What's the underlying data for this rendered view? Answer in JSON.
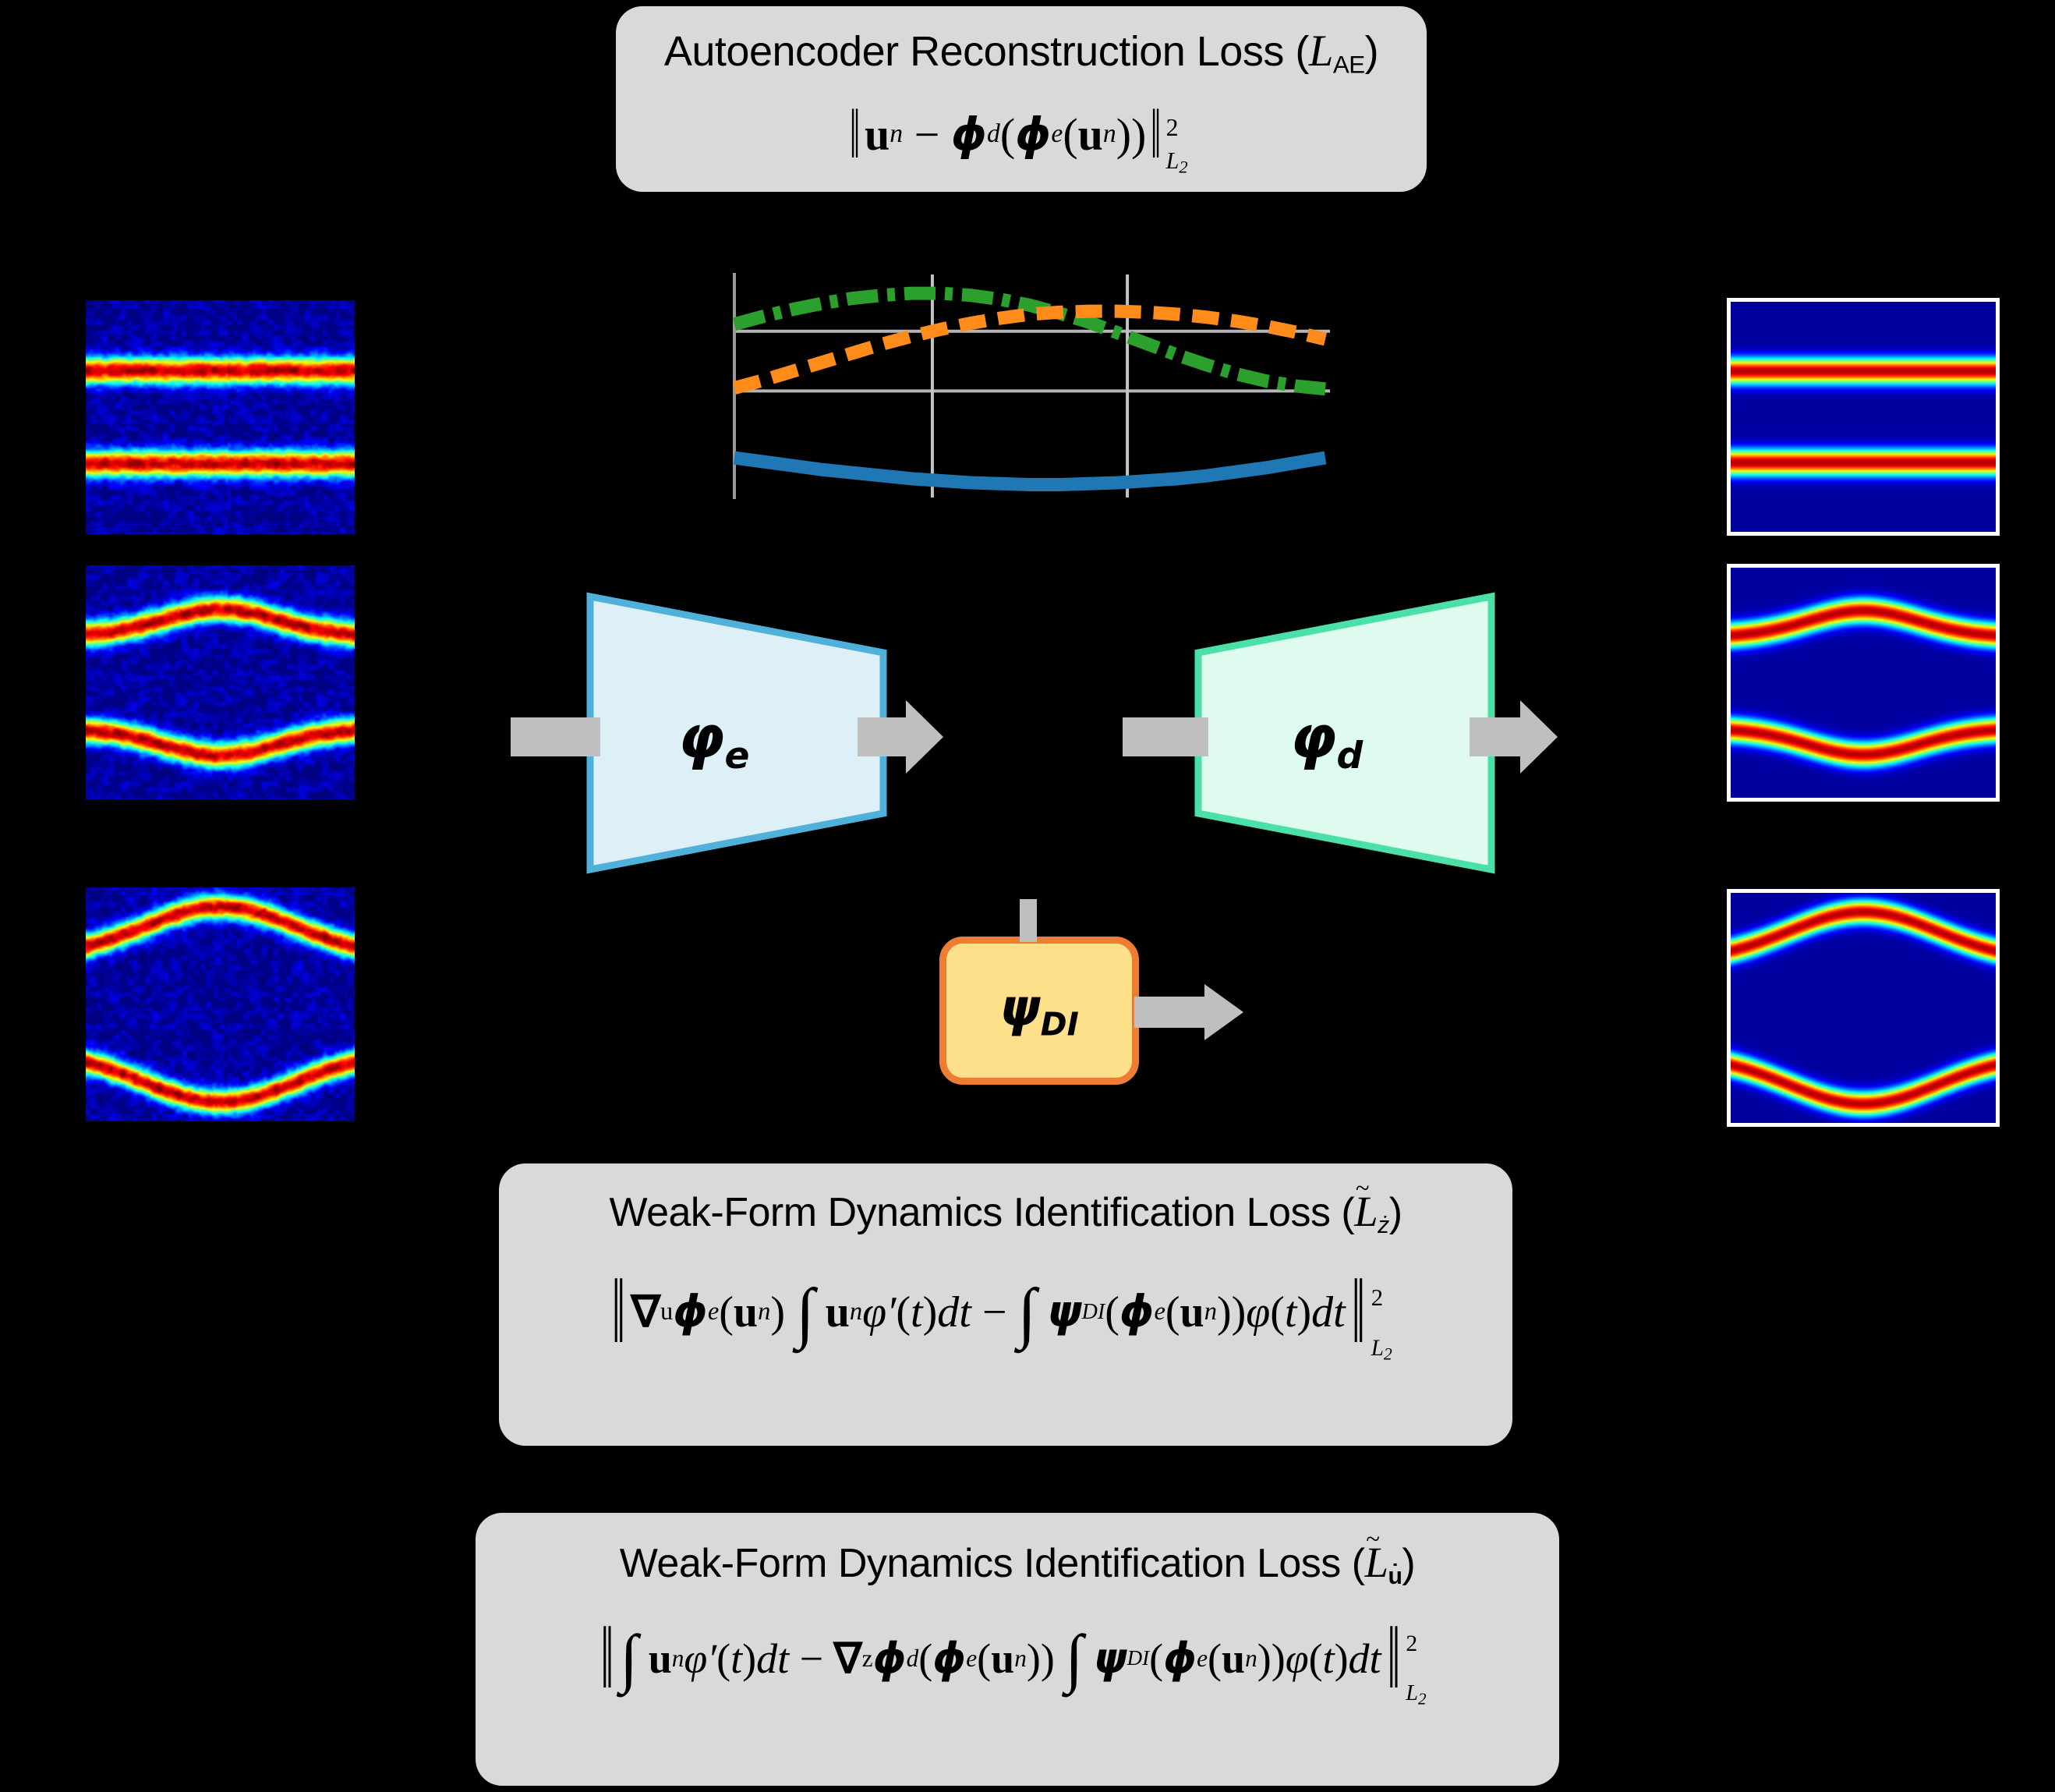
{
  "figure": {
    "title": "Weak-form dynamics identification autoencoder schematic",
    "background_color": "#000000"
  },
  "losses": {
    "autoencoder": {
      "name": "autoencoder-reconstruction-loss",
      "title": "Autoencoder Reconstruction Loss (ℒAE)",
      "title_text": "Autoencoder Reconstruction Loss (",
      "title_symbol": "L",
      "title_symbol_sub": "AE",
      "title_close": ")",
      "formula_plain": "|| u_n - phi_d(phi_e(u_n)) ||^2_{L2}",
      "box_color": "#d9d9d9"
    },
    "zdot": {
      "name": "weak-form-dynamics-identification-loss-zdot",
      "title": "Weak-Form Dynamics Identification Loss (ℒ̇z)",
      "title_text": "Weak-Form Dynamics Identification Loss (",
      "title_symbol": "L",
      "title_symbol_sub": "ż",
      "title_close": ")",
      "formula_plain": "|| grad_u phi_e(u_n) ∫ u_n phi'(t) dt - ∫ psi_DI(phi_e(u_n)) phi(t) dt ||^2_{L2}",
      "box_color": "#d9d9d9"
    },
    "udot": {
      "name": "weak-form-dynamics-identification-loss-udot",
      "title": "Weak-Form Dynamics Identification Loss (ℒ̇u)",
      "title_text": "Weak-Form Dynamics Identification Loss (",
      "title_symbol": "L",
      "title_symbol_sub": "u̇",
      "title_close": ")",
      "formula_plain": "|| ∫ u_n phi'(t) dt - grad_z phi_d(phi_e(u_n)) ∫ psi_DI(phi_e(u_n)) phi(t) dt ||^2_{L2}",
      "box_color": "#d9d9d9"
    }
  },
  "blocks": {
    "encoder": {
      "label": "φ",
      "subscript": "e",
      "fill": "#ddf0f7",
      "stroke": "#4fb0da",
      "shape": "trapezoid-narrowing-right"
    },
    "decoder": {
      "label": "φ",
      "subscript": "d",
      "fill": "#dffbef",
      "stroke": "#4be0a8",
      "shape": "trapezoid-widening-right"
    },
    "dynamics": {
      "label": "ψ",
      "subscript": "DI",
      "fill": "#ffe08a",
      "stroke": "#ed7d31",
      "shape": "rounded-rectangle"
    }
  },
  "arrows": {
    "color": "#bfbfbf",
    "items": [
      {
        "name": "arrow-input-to-encoder",
        "from": "input-snapshots",
        "to": "encoder"
      },
      {
        "name": "arrow-encoder-to-latent",
        "from": "encoder",
        "to": "latent-state"
      },
      {
        "name": "arrow-latent-to-decoder",
        "from": "latent-state",
        "to": "decoder"
      },
      {
        "name": "arrow-decoder-to-output",
        "from": "decoder",
        "to": "output-snapshots"
      },
      {
        "name": "arrow-dynamics-out",
        "from": "dynamics",
        "to": "latent-derivative"
      },
      {
        "name": "connector-latent-to-dynamics",
        "from": "latent-state",
        "to": "dynamics"
      }
    ]
  },
  "input_snapshots": {
    "name": "input-noisy-snapshots",
    "caption": "",
    "items": [
      {
        "name": "input-snapshot-1",
        "pattern": "two-straight-bands",
        "noisy": true
      },
      {
        "name": "input-snapshot-2",
        "pattern": "two-bulging-bands",
        "noisy": true
      },
      {
        "name": "input-snapshot-3",
        "pattern": "merged-eye-lens",
        "noisy": true
      }
    ]
  },
  "output_snapshots": {
    "name": "output-reconstructed-snapshots",
    "caption": "",
    "items": [
      {
        "name": "output-snapshot-1",
        "pattern": "two-straight-bands",
        "noisy": false
      },
      {
        "name": "output-snapshot-2",
        "pattern": "two-bulging-bands",
        "noisy": false
      },
      {
        "name": "output-snapshot-3",
        "pattern": "merged-eye-lens",
        "noisy": false
      }
    ]
  },
  "chart_data": {
    "type": "line",
    "title": "",
    "xlabel": "",
    "ylabel": "",
    "xlim": [
      0,
      1
    ],
    "ylim": [
      -1.15,
      1.15
    ],
    "grid": true,
    "gridlines_y": [
      0.55,
      -0.05
    ],
    "gridlines_x": [
      0.335,
      0.665
    ],
    "legend": "none",
    "x": [
      0.0,
      0.05,
      0.1,
      0.15,
      0.2,
      0.25,
      0.3,
      0.35,
      0.4,
      0.45,
      0.5,
      0.55,
      0.6,
      0.65,
      0.7,
      0.75,
      0.8,
      0.85,
      0.9,
      0.95,
      1.0
    ],
    "series": [
      {
        "name": "latent-variable-1",
        "color": "#2ca02c",
        "style": "dash-dot",
        "values": [
          0.62,
          0.7,
          0.77,
          0.83,
          0.88,
          0.91,
          0.93,
          0.93,
          0.91,
          0.87,
          0.81,
          0.73,
          0.64,
          0.53,
          0.42,
          0.31,
          0.21,
          0.12,
          0.05,
          0.0,
          -0.03
        ]
      },
      {
        "name": "latent-variable-2",
        "color": "#ff8c1a",
        "style": "dashed",
        "values": [
          -0.02,
          0.06,
          0.15,
          0.24,
          0.33,
          0.42,
          0.5,
          0.57,
          0.63,
          0.68,
          0.72,
          0.74,
          0.75,
          0.75,
          0.74,
          0.72,
          0.69,
          0.65,
          0.6,
          0.54,
          0.47
        ]
      },
      {
        "name": "latent-variable-3",
        "color": "#1f77b4",
        "style": "solid",
        "values": [
          -0.72,
          -0.76,
          -0.8,
          -0.84,
          -0.87,
          -0.9,
          -0.93,
          -0.95,
          -0.97,
          -0.98,
          -0.99,
          -0.99,
          -0.98,
          -0.97,
          -0.95,
          -0.93,
          -0.9,
          -0.86,
          -0.82,
          -0.77,
          -0.72
        ]
      }
    ]
  }
}
